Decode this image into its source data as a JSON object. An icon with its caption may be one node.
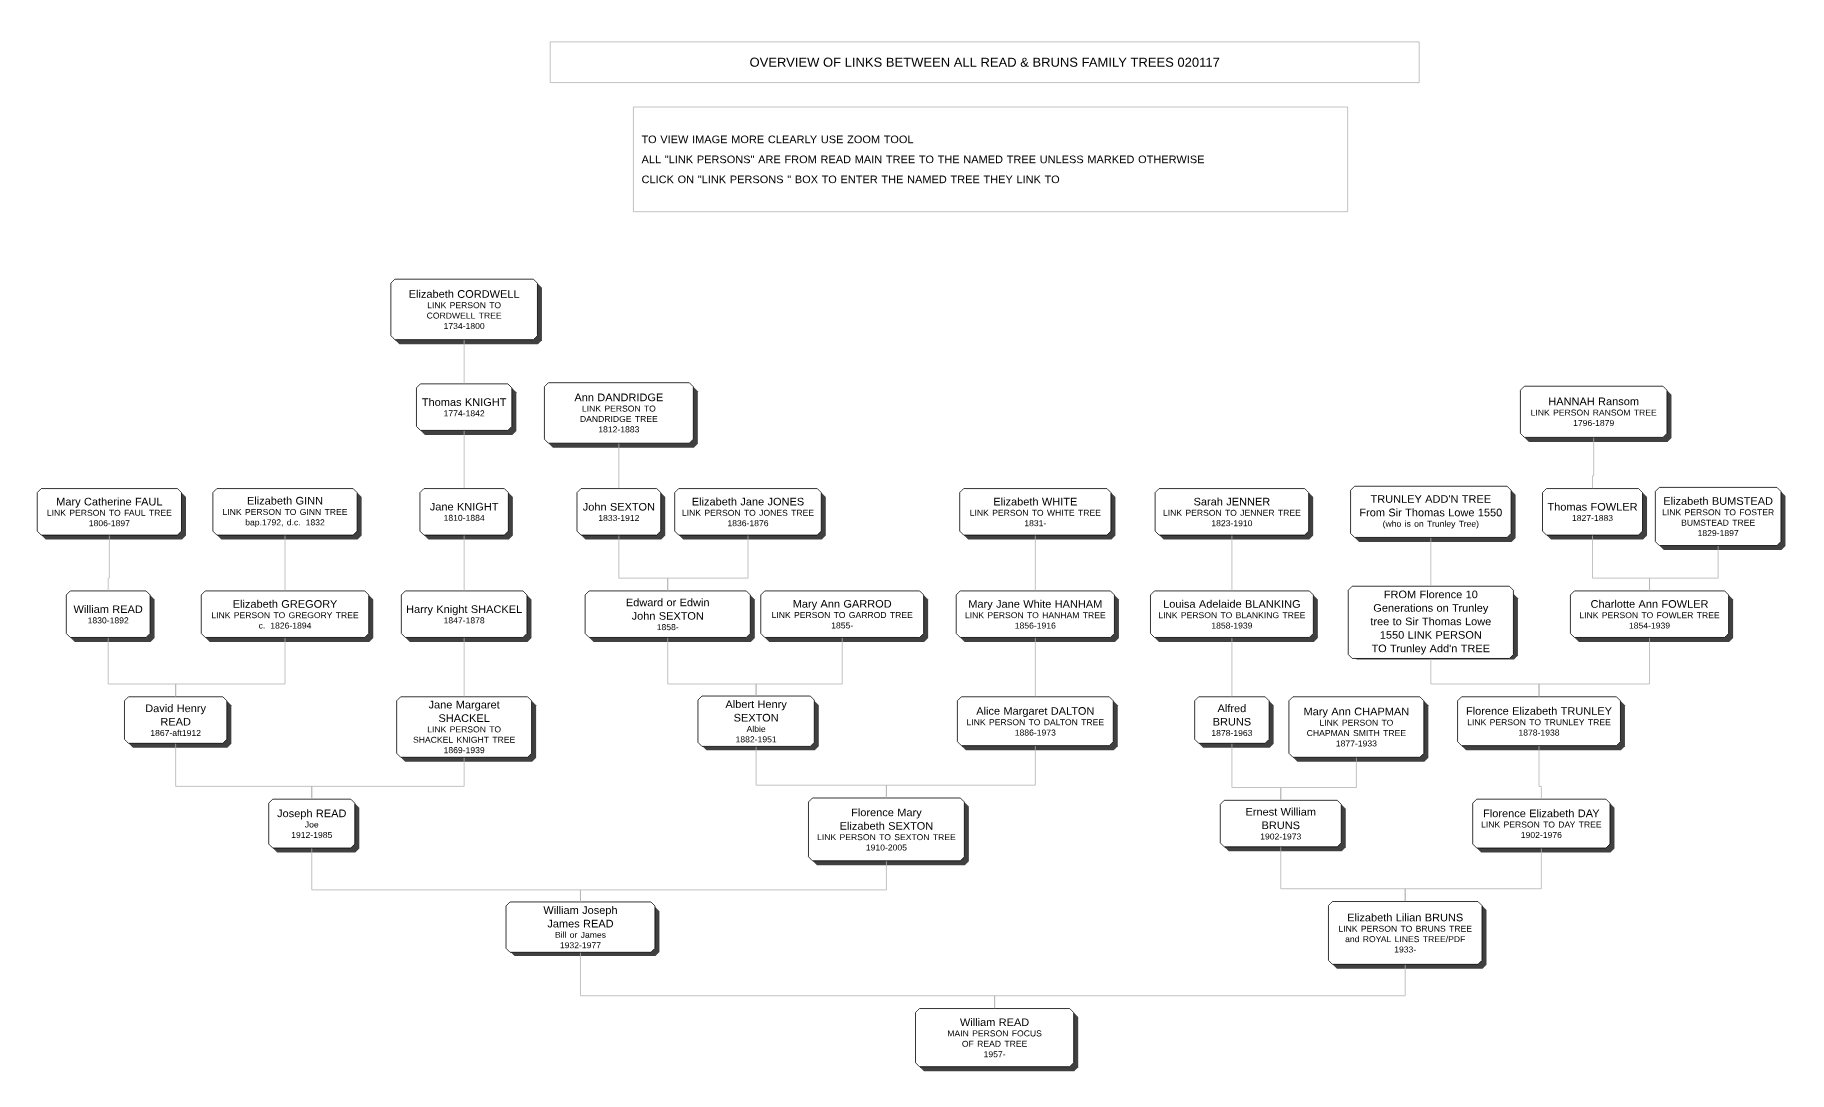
{
  "diagram": {
    "title": "OVERVIEW OF LINKS BETWEEN ALL READ & BRUNS FAMILY TREES 020117",
    "nodes": [
      {
        "text": [
          "TO VIEW IMAGE MORE CLEARLY USE ZOOM TOOL",
          "ALL \"LINK PERSONS\" ARE FROM READ MAIN TREE TO THE NAMED TREE UNLESS MARKED OTHERWISE",
          "CLICK ON \"LINK PERSONS \" BOX TO ENTER THE NAMED TREE THEY LINK TO"
        ]
      },
      {
        "text": [
          "Elizabeth CORDWELL",
          "LINK PERSON TO CORDWELL TREE",
          "1734-1800"
        ]
      },
      {
        "text": [
          "Thomas KNIGHT",
          "1774-1842"
        ]
      },
      {
        "text": [
          "Ann DANDRIDGE",
          "LINK PERSON TO DANDRIDGE TREE",
          "1812-1883"
        ]
      },
      {
        "text": [
          "HANNAH Ransom",
          "LINK PERSON RANSOM TREE",
          "1796-1879"
        ]
      },
      {
        "text": [
          "Mary Catherine FAUL",
          "LINK PERSON TO FAUL TREE",
          "1806-1897"
        ]
      },
      {
        "text": [
          "Elizabeth GINN",
          "LINK PERSON TO GINN TREE",
          "bap.1792, d.c. 1832"
        ]
      },
      {
        "text": [
          "Jane KNIGHT",
          "1810-1884"
        ]
      },
      {
        "text": [
          "John SEXTON",
          "1833-1912"
        ]
      },
      {
        "text": [
          "Elizabeth Jane JONES",
          "LINK PERSON TO JONES TREE",
          "1836-1876"
        ]
      },
      {
        "text": [
          "Elizabeth WHITE",
          "LINK PERSON TO WHITE TREE",
          "1831-"
        ]
      },
      {
        "text": [
          "Sarah JENNER",
          "LINK PERSON TO JENNER TREE",
          "1823-1910"
        ]
      },
      {
        "text": [
          "TRUNLEY ADD'N TREE From Sir Thomas Lowe 1550",
          "(who is on Trunley Tree)"
        ]
      },
      {
        "text": [
          "Thomas FOWLER",
          "1827-1883"
        ]
      },
      {
        "text": [
          "Elizabeth BUMSTEAD",
          "LINK PERSON TO FOSTER BUMSTEAD TREE",
          "1829-1897"
        ]
      },
      {
        "text": [
          "William READ",
          "1830-1892"
        ]
      },
      {
        "text": [
          "Elizabeth GREGORY",
          "LINK PERSON TO GREGORY TREE",
          "c. 1826-1894"
        ]
      },
      {
        "text": [
          "Harry Knight SHACKEL",
          "1847-1878"
        ]
      },
      {
        "text": [
          "Edward or Edwin John SEXTON",
          "1858-"
        ]
      },
      {
        "text": [
          "Mary Ann GARROD",
          "LINK PERSON TO GARROD TREE",
          "1855-"
        ]
      },
      {
        "text": [
          "Mary Jane White HANHAM",
          "LINK PERSON TO HANHAM TREE",
          "1856-1916"
        ]
      },
      {
        "text": [
          "Louisa Adelaide BLANKING",
          "LINK PERSON TO BLANKING TREE",
          "1858-1939"
        ]
      },
      {
        "text": [
          "FROM Florence 10 Generations on Trunley tree to Sir Thomas Lowe 1550 LINK PERSON TO Trunley Add'n TREE"
        ]
      },
      {
        "text": [
          "Charlotte Ann FOWLER",
          "LINK PERSON TO FOWLER TREE",
          "1854-1939"
        ]
      },
      {
        "text": [
          "David Henry READ",
          "1867-aft1912"
        ]
      },
      {
        "text": [
          "Jane Margaret SHACKEL",
          "LINK PERSON TO SHACKEL KNIGHT TREE",
          "1869-1939"
        ]
      },
      {
        "text": [
          "Albert Henry SEXTON",
          "Albie",
          "1882-1951"
        ]
      },
      {
        "text": [
          "Alice Margaret DALTON",
          "LINK PERSON TO DALTON TREE",
          "1886-1973"
        ]
      },
      {
        "text": [
          "Alfred BRUNS",
          "1878-1963"
        ]
      },
      {
        "text": [
          "Mary Ann CHAPMAN",
          "LINK PERSON TO CHAPMAN SMITH TREE",
          "1877-1933"
        ]
      },
      {
        "text": [
          "Florence Elizabeth TRUNLEY",
          "LINK PERSON TO TRUNLEY TREE",
          "1878-1938"
        ]
      },
      {
        "text": [
          "Joseph READ",
          "Joe",
          "1912-1985"
        ]
      },
      {
        "text": [
          "Florence Mary Elizabeth SEXTON",
          "LINK PERSON TO SEXTON TREE",
          "1910-2005"
        ]
      },
      {
        "text": [
          "Ernest William BRUNS",
          "1902-1973"
        ]
      },
      {
        "text": [
          "Florence Elizabeth DAY",
          "LINK PERSON TO DAY TREE",
          "1902-1976"
        ]
      },
      {
        "text": [
          "William Joseph James READ",
          "Bill or James",
          "1932-1977"
        ]
      },
      {
        "text": [
          "Elizabeth Lilian BRUNS",
          "LINK PERSON TO BRUNS TREE and ROYAL LINES TREE/PDF",
          "1933-"
        ]
      },
      {
        "text": [
          "William READ",
          "MAIN PERSON FOCUS OF READ TREE",
          "1957-"
        ]
      }
    ],
    "edges": [
      {
        "from": 1,
        "to": 2,
        "arrow": "none"
      },
      {
        "from": 2,
        "to": 7,
        "arrow": "none"
      },
      {
        "from": 7,
        "to": 17,
        "arrow": "none"
      },
      {
        "from": 17,
        "to": 25,
        "arrow": "none"
      },
      {
        "from": 3,
        "to": 8,
        "arrow": "none"
      },
      {
        "from": 8,
        "to": 18,
        "arrow": "none"
      },
      {
        "from": 9,
        "to": 18,
        "arrow": "none"
      },
      {
        "from": 18,
        "to": 26,
        "arrow": "none"
      },
      {
        "from": 19,
        "to": 26,
        "arrow": "none"
      },
      {
        "from": 26,
        "to": 32,
        "arrow": "none"
      },
      {
        "from": 27,
        "to": 32,
        "arrow": "none"
      },
      {
        "from": 10,
        "to": 20,
        "arrow": "none"
      },
      {
        "from": 20,
        "to": 27,
        "arrow": "none"
      },
      {
        "from": 4,
        "to": 13,
        "arrow": "none"
      },
      {
        "from": 13,
        "to": 23,
        "arrow": "none"
      },
      {
        "from": 14,
        "to": 23,
        "arrow": "none"
      },
      {
        "from": 5,
        "to": 15,
        "arrow": "none"
      },
      {
        "from": 15,
        "to": 24,
        "arrow": "none"
      },
      {
        "from": 6,
        "to": 16,
        "arrow": "none"
      },
      {
        "from": 16,
        "to": 24,
        "arrow": "none"
      },
      {
        "from": 24,
        "to": 31,
        "arrow": "none"
      },
      {
        "from": 25,
        "to": 31,
        "arrow": "none"
      },
      {
        "from": 31,
        "to": 35,
        "arrow": "none"
      },
      {
        "from": 32,
        "to": 35,
        "arrow": "none"
      },
      {
        "from": 11,
        "to": 21,
        "arrow": "none"
      },
      {
        "from": 21,
        "to": 28,
        "arrow": "none"
      },
      {
        "from": 28,
        "to": 33,
        "arrow": "none"
      },
      {
        "from": 29,
        "to": 33,
        "arrow": "none"
      },
      {
        "from": 12,
        "to": 22,
        "arrow": "none"
      },
      {
        "from": 22,
        "to": 30,
        "arrow": "none"
      },
      {
        "from": 23,
        "to": 30,
        "arrow": "none"
      },
      {
        "from": 30,
        "to": 34,
        "arrow": "none"
      },
      {
        "from": 33,
        "to": 36,
        "arrow": "none"
      },
      {
        "from": 34,
        "to": 36,
        "arrow": "none"
      },
      {
        "from": 35,
        "to": 37,
        "arrow": "none"
      },
      {
        "from": 36,
        "to": 37,
        "arrow": "none"
      }
    ]
  }
}
